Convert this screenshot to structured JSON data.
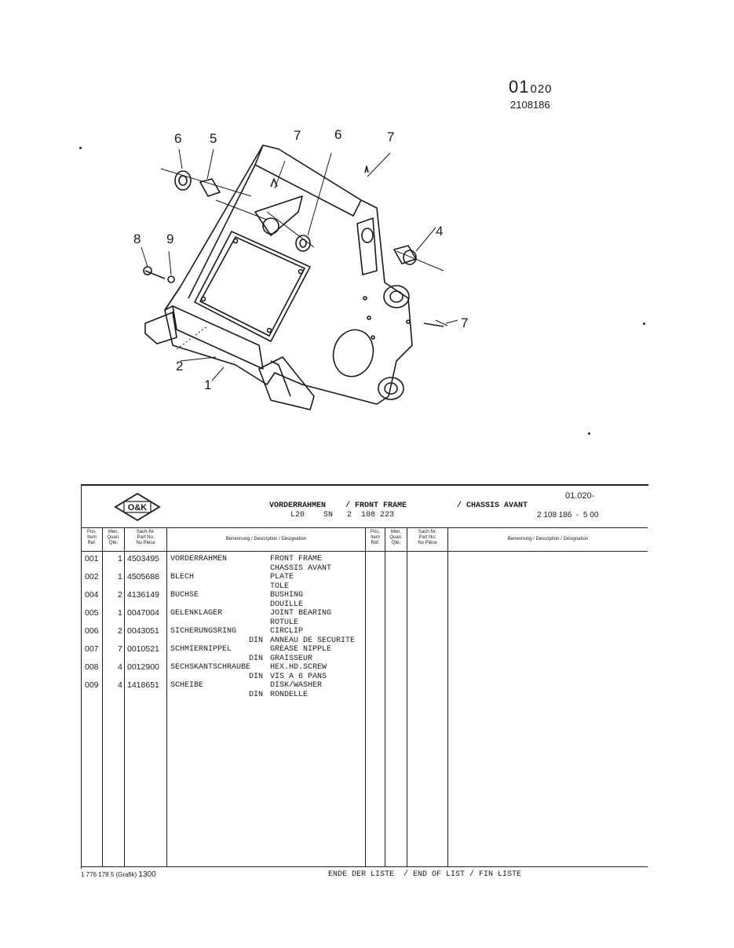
{
  "page": {
    "section_number": "01",
    "section_sub": "020",
    "drawing_code": "2108186"
  },
  "callouts": [
    "6",
    "5",
    "7",
    "6",
    "7",
    "8",
    "9",
    "4",
    "7",
    "2",
    "1"
  ],
  "header": {
    "title_de": "VORDERRAHMEN",
    "title_en": "/ FRONT FRAME",
    "title_fr": "/ CHASSIS AVANT",
    "model_line": "L20    SN   2  108 223",
    "list_number": "01.020-",
    "drawing_number": "2 108 186  -  5 00",
    "logo_text": "O&K"
  },
  "columns": {
    "pos": [
      "Pos.",
      "Item",
      "Ref."
    ],
    "qty": [
      "Men.",
      "Quan.",
      "Qté."
    ],
    "part": [
      "Sach-Nr.",
      "Part No.",
      "No Pièce"
    ],
    "desc": "Benennung / Description / Désignation",
    "pos2": [
      "Pos.",
      "Item",
      "Ref."
    ],
    "qty2": [
      "Men.",
      "Quan.",
      "Qté."
    ],
    "part2": [
      "Sach-Nr.",
      "Part No.",
      "No Pièce"
    ],
    "desc2": "Benennung / Description / Désignation"
  },
  "rows": [
    {
      "pos": "001",
      "qty": "1",
      "part": "4503495",
      "de": "VORDERRAHMEN",
      "din": "",
      "en": "FRONT FRAME",
      "fr": "CHASSIS AVANT",
      "din_fr": ""
    },
    {
      "pos": "002",
      "qty": "1",
      "part": "4505688",
      "de": "BLECH",
      "din": "",
      "en": "PLATE",
      "fr": "TOLE",
      "din_fr": ""
    },
    {
      "pos": "004",
      "qty": "2",
      "part": "4136149",
      "de": "BUCHSE",
      "din": "",
      "en": "BUSHING",
      "fr": "DOUILLE",
      "din_fr": ""
    },
    {
      "pos": "005",
      "qty": "1",
      "part": "0047004",
      "de": "GELENKLAGER",
      "din": "",
      "en": "JOINT BEARING",
      "fr": "ROTULE",
      "din_fr": ""
    },
    {
      "pos": "006",
      "qty": "2",
      "part": "0043051",
      "de": "SICHERUNGSRING",
      "din": "",
      "en": "CIRCLIP",
      "fr": "ANNEAU DE SECURITE",
      "din_fr": "DIN"
    },
    {
      "pos": "007",
      "qty": "7",
      "part": "0010521",
      "de": "SCHMIERNIPPEL",
      "din": "",
      "en": "GREASE NIPPLE",
      "fr": "GRAISSEUR",
      "din_fr": "DIN"
    },
    {
      "pos": "008",
      "qty": "4",
      "part": "0012900",
      "de": "SECHSKANTSCHRAUBE",
      "din": "",
      "en": "HEX.HD.SCREW",
      "fr": "VIS A 6 PANS",
      "din_fr": "DIN"
    },
    {
      "pos": "009",
      "qty": "4",
      "part": "1418651",
      "de": "SCHEIBE",
      "din": "",
      "en": "DISK/WASHER",
      "fr": "RONDELLE",
      "din_fr": "DIN"
    }
  ],
  "footer": {
    "form_code": "1 776 178 5 (Grafik)",
    "form_num": "1300",
    "end_text": "ENDE DER LISTE  / END OF LIST / FIN LISTE"
  }
}
